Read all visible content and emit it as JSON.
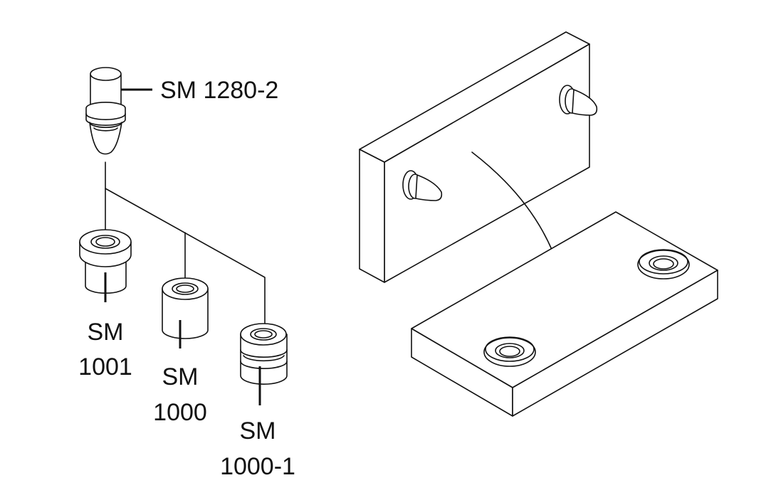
{
  "labels": {
    "guide_pin": "SM 1280-2",
    "bushing_flanged": {
      "line1": "SM",
      "line2": "1001"
    },
    "bushing_plain": {
      "line1": "SM",
      "line2": "1000"
    },
    "bushing_grooved": {
      "line1": "SM",
      "line2": "1000-1"
    }
  },
  "colors": {
    "line": "#111111",
    "background": "#ffffff"
  }
}
